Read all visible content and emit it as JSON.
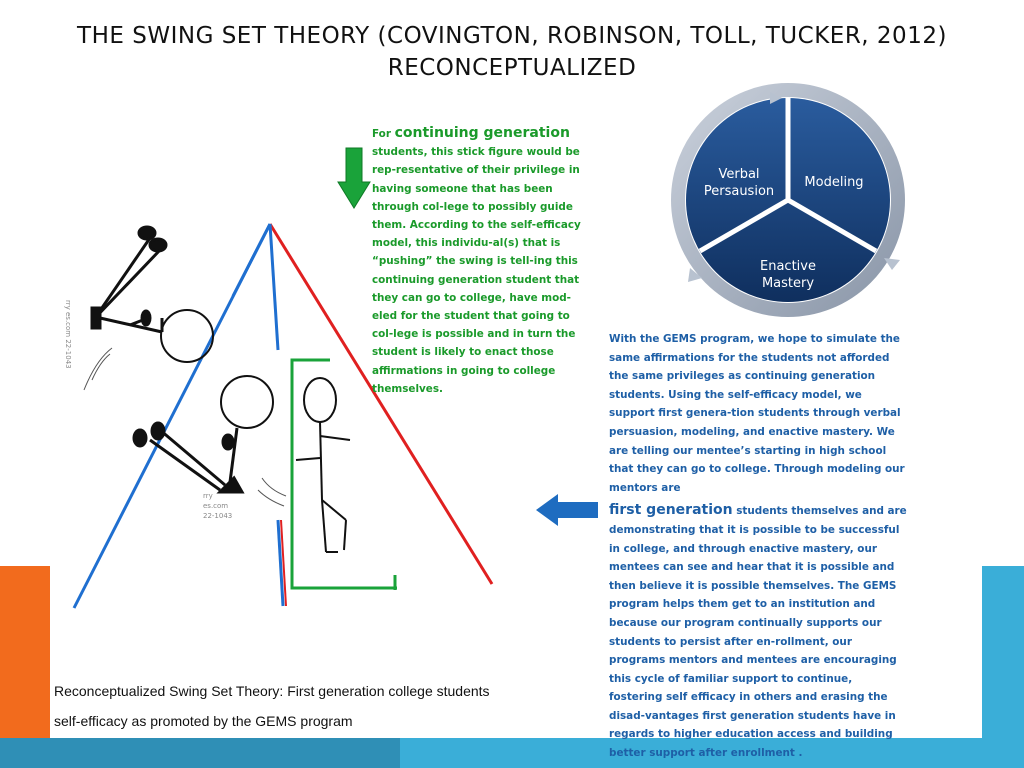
{
  "title": {
    "line1": "THE SWING SET THEORY (COVINGTON, ROBINSON, TOLL, TUCKER, 2012)",
    "line2": "RECONCEPTUALIZED"
  },
  "green_text": {
    "prefix": "For ",
    "emphasis": "continuing generation",
    "body": " students, this stick figure would be rep-resentative of their privilege in having someone that has been through col-lege to possibly guide them.  According to the self-efficacy model, this individu-al(s) that is “pushing” the swing is tell-ing this continuing generation student that they can go to college, have mod-eled for the student that going to col-lege is possible and in turn the student is likely to enact those affirmations in going to college themselves."
  },
  "cycle": {
    "verbal": "Verbal Persausion",
    "modeling": "Modeling",
    "enactive": "Enactive Mastery"
  },
  "blue_text": {
    "para1": "With the GEMS program, we hope to simulate the same affirmations for the students not afforded the same privileges as continuing generation students. Using the self-efficacy model, we support first genera-tion students through verbal persuasion, modeling, and enactive mastery. We are telling our mentee’s starting in high school that  they can go to college. Through modeling our mentors are",
    "emphasis": "first generation",
    "para2": " students themselves and are demonstrating that it is possible to be successful in college, and through enactive mastery, our mentees can see and hear that it is possible and then believe it is possible themselves.  The GEMS program helps them get to an institution and because our program continually supports our students to persist after en-rollment, our programs mentors and mentees are encouraging this cycle of familiar support to continue, fostering self efficacy in others and erasing the disad-vantages first generation students have in regards to higher education access and building better support after enrollment ."
  },
  "caption": {
    "line1": "Reconceptualized Swing Set Theory: First generation college students",
    "line2": "self-efficacy as promoted by the GEMS program"
  },
  "colors": {
    "green": "#1a9a2a",
    "blue": "#1e5fa6",
    "orange": "#f26b1d",
    "teal": "#3aaed8",
    "red": "#e02020",
    "cycle_navy": "#17407a"
  }
}
